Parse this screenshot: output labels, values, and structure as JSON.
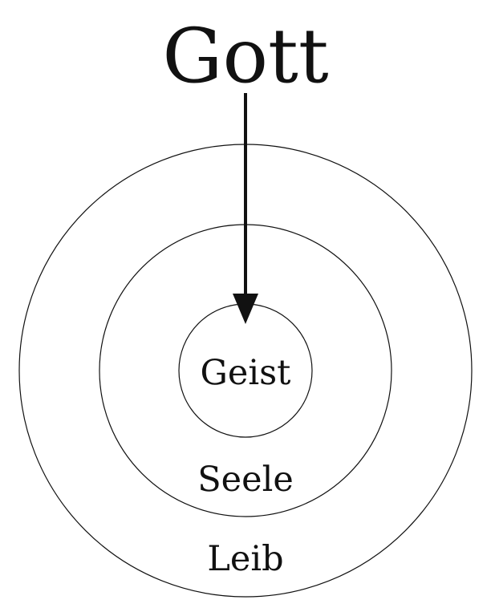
{
  "diagram": {
    "top_label": "Gott",
    "rings": {
      "inner": "Geist",
      "middle": "Seele",
      "outer": "Leib"
    },
    "colors": {
      "stroke": "#111111",
      "text": "#111111",
      "background": "#ffffff"
    }
  }
}
